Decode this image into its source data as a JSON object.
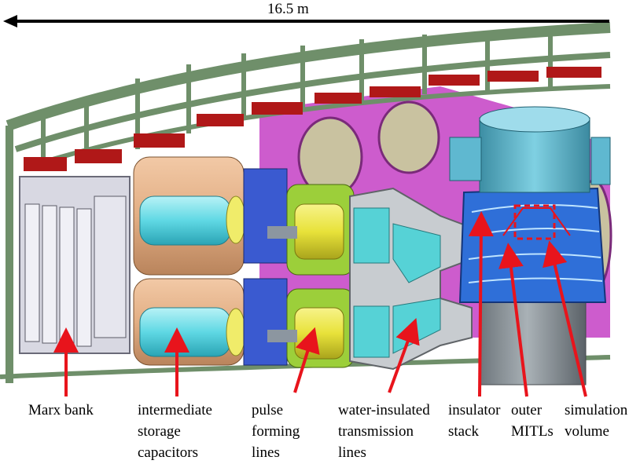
{
  "dimension": {
    "text": "16.5 m"
  },
  "labels": {
    "marx_bank": [
      "Marx bank"
    ],
    "intermediate_storage_capacitors": [
      "intermediate",
      "storage",
      "capacitors"
    ],
    "pulse_forming_lines": [
      "pulse",
      "forming",
      "lines"
    ],
    "water_insulated_transmission_lines": [
      "water-insulated",
      "transmission",
      "lines"
    ],
    "insulator_stack": [
      "insulator",
      "stack"
    ],
    "outer_mitls": [
      "outer",
      "MITLs"
    ],
    "simulation_volume": [
      "simulation",
      "volume"
    ]
  },
  "colors": {
    "frame_green": "#6f8f6a",
    "truss_red": "#b01818",
    "marx_white": "#e6e6ee",
    "capacitor_tan": "#e2ae84",
    "capacitor_cyan": "#5fd8e4",
    "pfl_yellow": "#e8e23a",
    "pfl_green": "#9ccf3a",
    "transmission_gray": "#c8ccd0",
    "transmission_cyan": "#56d2d6",
    "stack_blue": "#2f6fd8",
    "center_gray": "#8a9096",
    "magenta": "#c84ac8",
    "arrow_red": "#e8141c"
  }
}
